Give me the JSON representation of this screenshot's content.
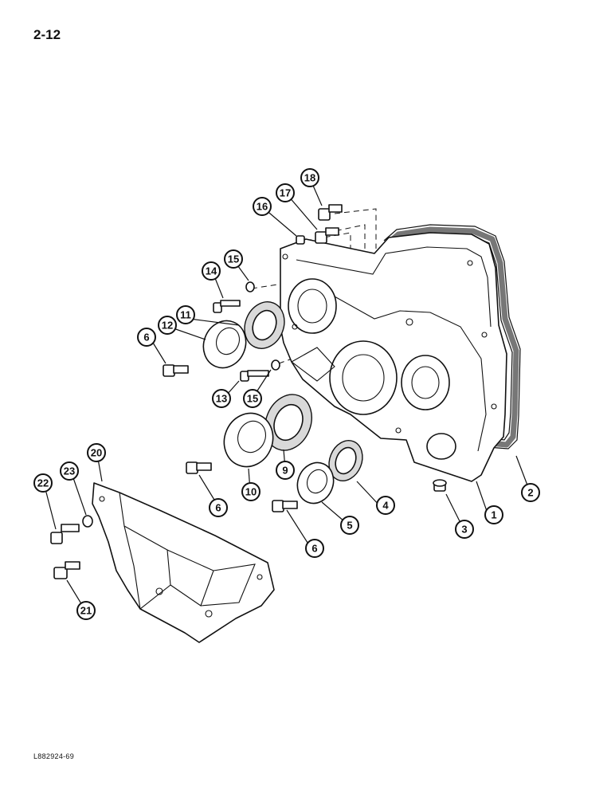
{
  "page_number": "2-12",
  "figure_code": "L882924-69",
  "callouts": [
    "1",
    "2",
    "3",
    "4",
    "5",
    "6",
    "6",
    "6",
    "9",
    "10",
    "11",
    "12",
    "13",
    "14",
    "15",
    "15",
    "16",
    "17",
    "18",
    "20",
    "21",
    "22",
    "23"
  ]
}
